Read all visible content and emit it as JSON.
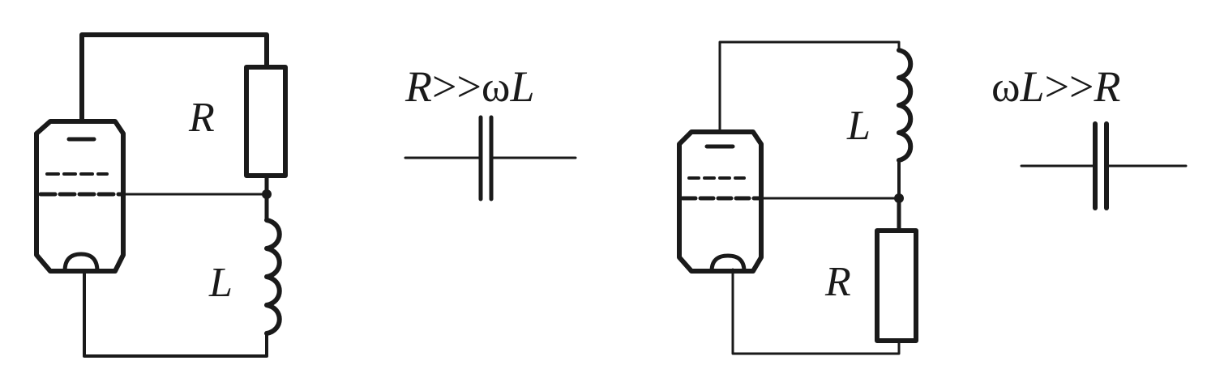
{
  "left_circuit": {
    "resistor_label": "R",
    "inductor_label": "L",
    "condition": {
      "a": "R",
      "op": ">>",
      "b": "ω",
      "c": "L"
    }
  },
  "right_circuit": {
    "inductor_label": "L",
    "resistor_label": "R",
    "condition": {
      "a": "ω",
      "b": "L",
      "op": ">>",
      "c": "R"
    }
  },
  "colors": {
    "ink": "#1a1a1a",
    "background": "#ffffff"
  }
}
